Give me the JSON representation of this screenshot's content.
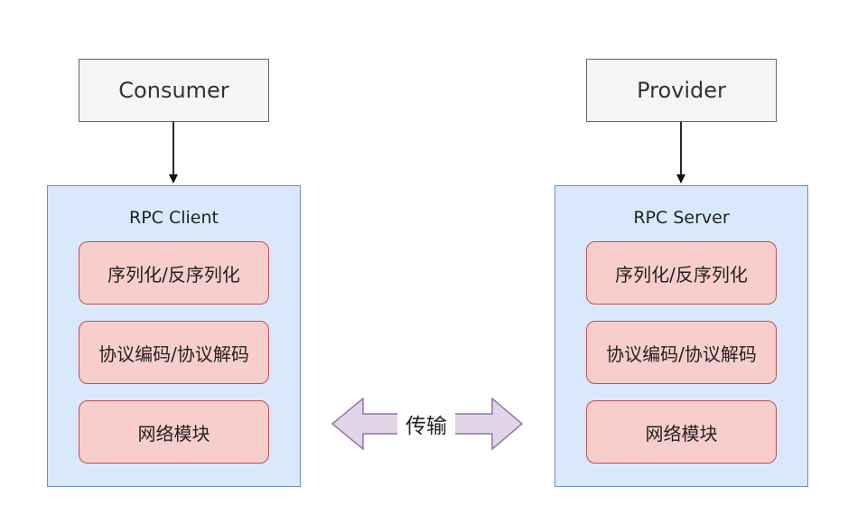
{
  "consumer": {
    "label": "Consumer"
  },
  "provider": {
    "label": "Provider"
  },
  "client": {
    "title": "RPC Client",
    "modules": [
      "序列化/反序列化",
      "协议编码/协议解码",
      "网络模块"
    ]
  },
  "server": {
    "title": "RPC Server",
    "modules": [
      "序列化/反序列化",
      "协议编码/协议解码",
      "网络模块"
    ]
  },
  "transfer": {
    "label": "传输"
  },
  "colors": {
    "actor_fill": "#f5f5f5",
    "actor_stroke": "#666666",
    "container_fill": "#dae8fc",
    "container_stroke": "#6c8ebf",
    "module_fill": "#f8cecc",
    "module_stroke": "#b85450",
    "arrow_fill": "#e1d5e7",
    "arrow_stroke": "#9673a6"
  }
}
